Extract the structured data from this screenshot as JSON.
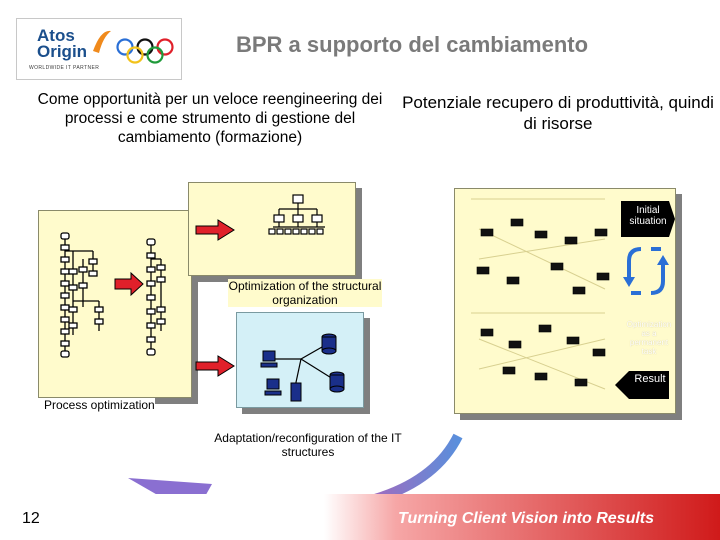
{
  "logo": {
    "line1": "Atos",
    "line2": "Origin",
    "tagline": "WORLDWIDE IT PARTNER"
  },
  "title": "BPR a supporto del cambiamento",
  "left_heading": "Come opportunità per un veloce reengineering dei processi e come strumento di gestione del cambiamento (formazione)",
  "right_heading": "Potenziale recupero di produttività, quindi di risorse",
  "labels": {
    "structural": "Optimization of the structural organization",
    "process": "Process optimization",
    "it": "Adaptation/reconfiguration of the IT structures",
    "initial": "Initial situation",
    "permanent": "Optimization as a permanent task",
    "result": "Result"
  },
  "footer": {
    "page_number": "12",
    "slogan": "Turning Client Vision into Results"
  },
  "colors": {
    "panel_yellow": "#fffbcc",
    "panel_blue": "#d4f0f7",
    "arrow_red": "#e0202a",
    "title_gray": "#7a7a7a",
    "cycle_blue": "#2a6fd6"
  }
}
